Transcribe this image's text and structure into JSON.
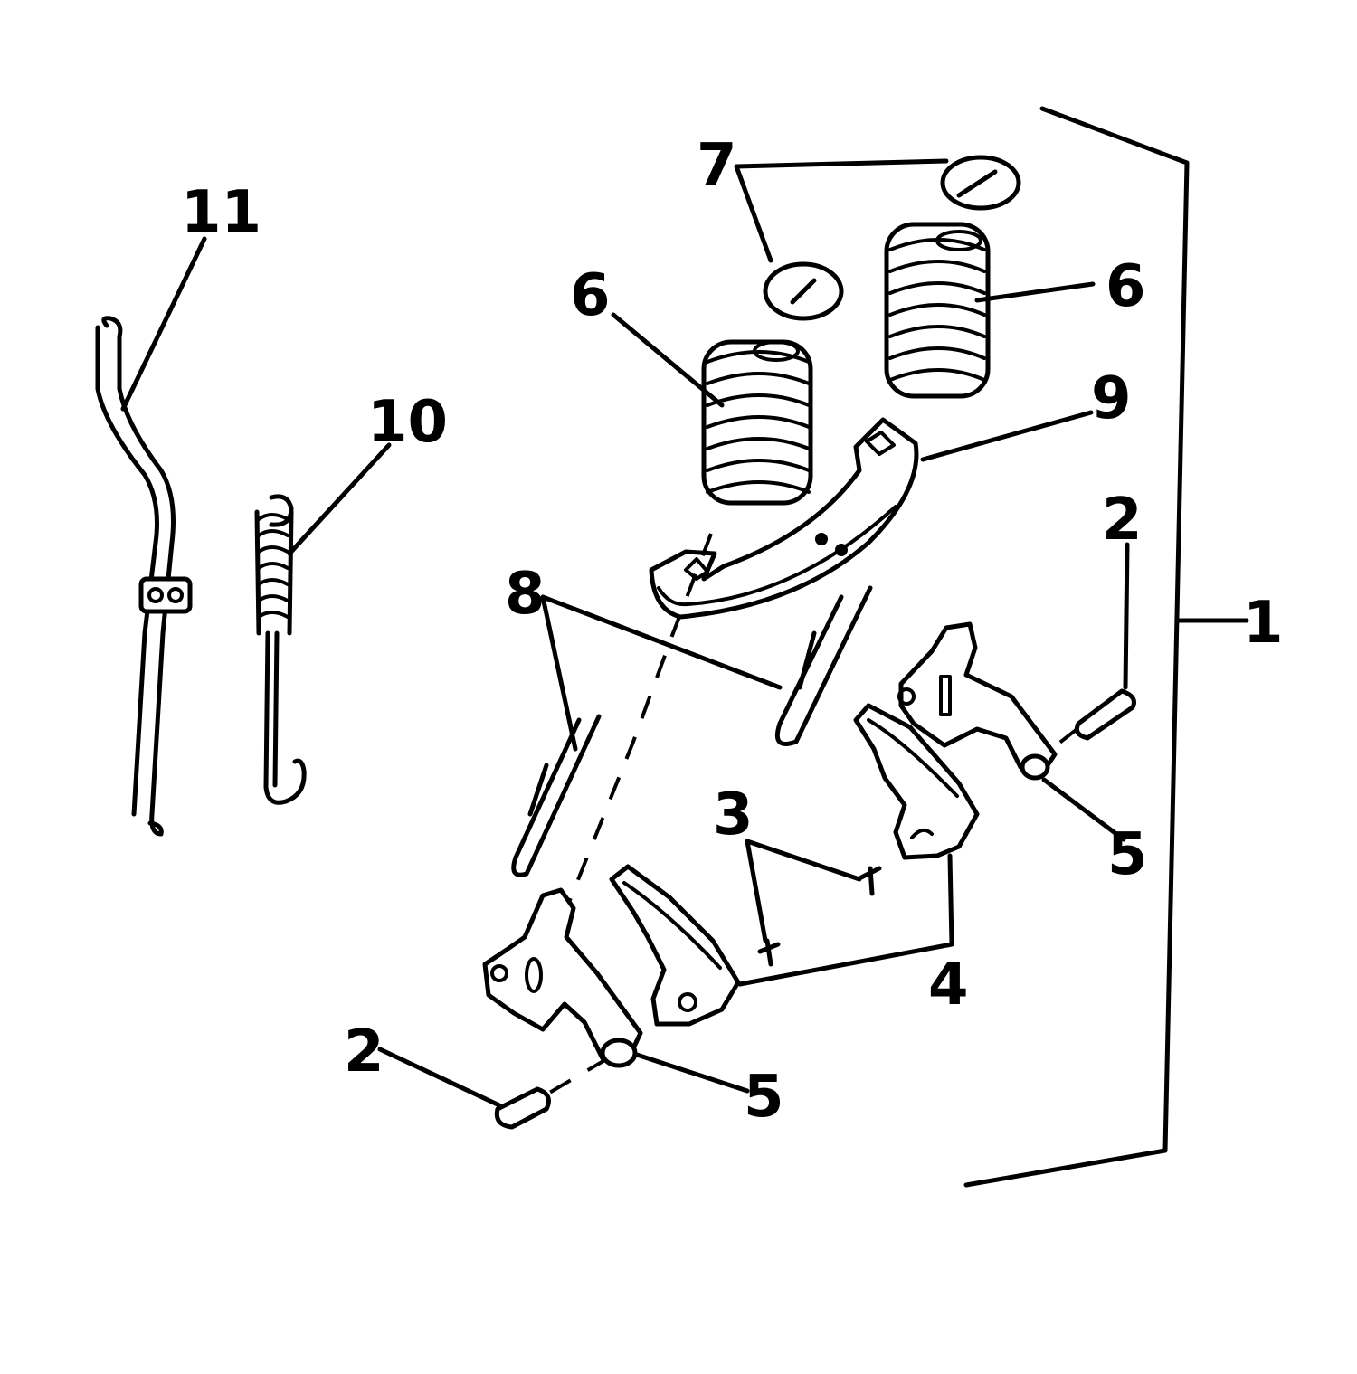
{
  "diagram": {
    "callouts": [
      {
        "id": "c1",
        "text": "1"
      },
      {
        "id": "c2a",
        "text": "2"
      },
      {
        "id": "c2b",
        "text": "2"
      },
      {
        "id": "c3",
        "text": "3"
      },
      {
        "id": "c4",
        "text": "4"
      },
      {
        "id": "c5a",
        "text": "5"
      },
      {
        "id": "c5b",
        "text": "5"
      },
      {
        "id": "c6a",
        "text": "6"
      },
      {
        "id": "c6b",
        "text": "6"
      },
      {
        "id": "c7",
        "text": "7"
      },
      {
        "id": "c8",
        "text": "8"
      },
      {
        "id": "c9",
        "text": "9"
      },
      {
        "id": "c10",
        "text": "10"
      },
      {
        "id": "c11",
        "text": "11"
      }
    ],
    "colors": {
      "ink": "#000000",
      "paper": "#ffffff"
    }
  }
}
